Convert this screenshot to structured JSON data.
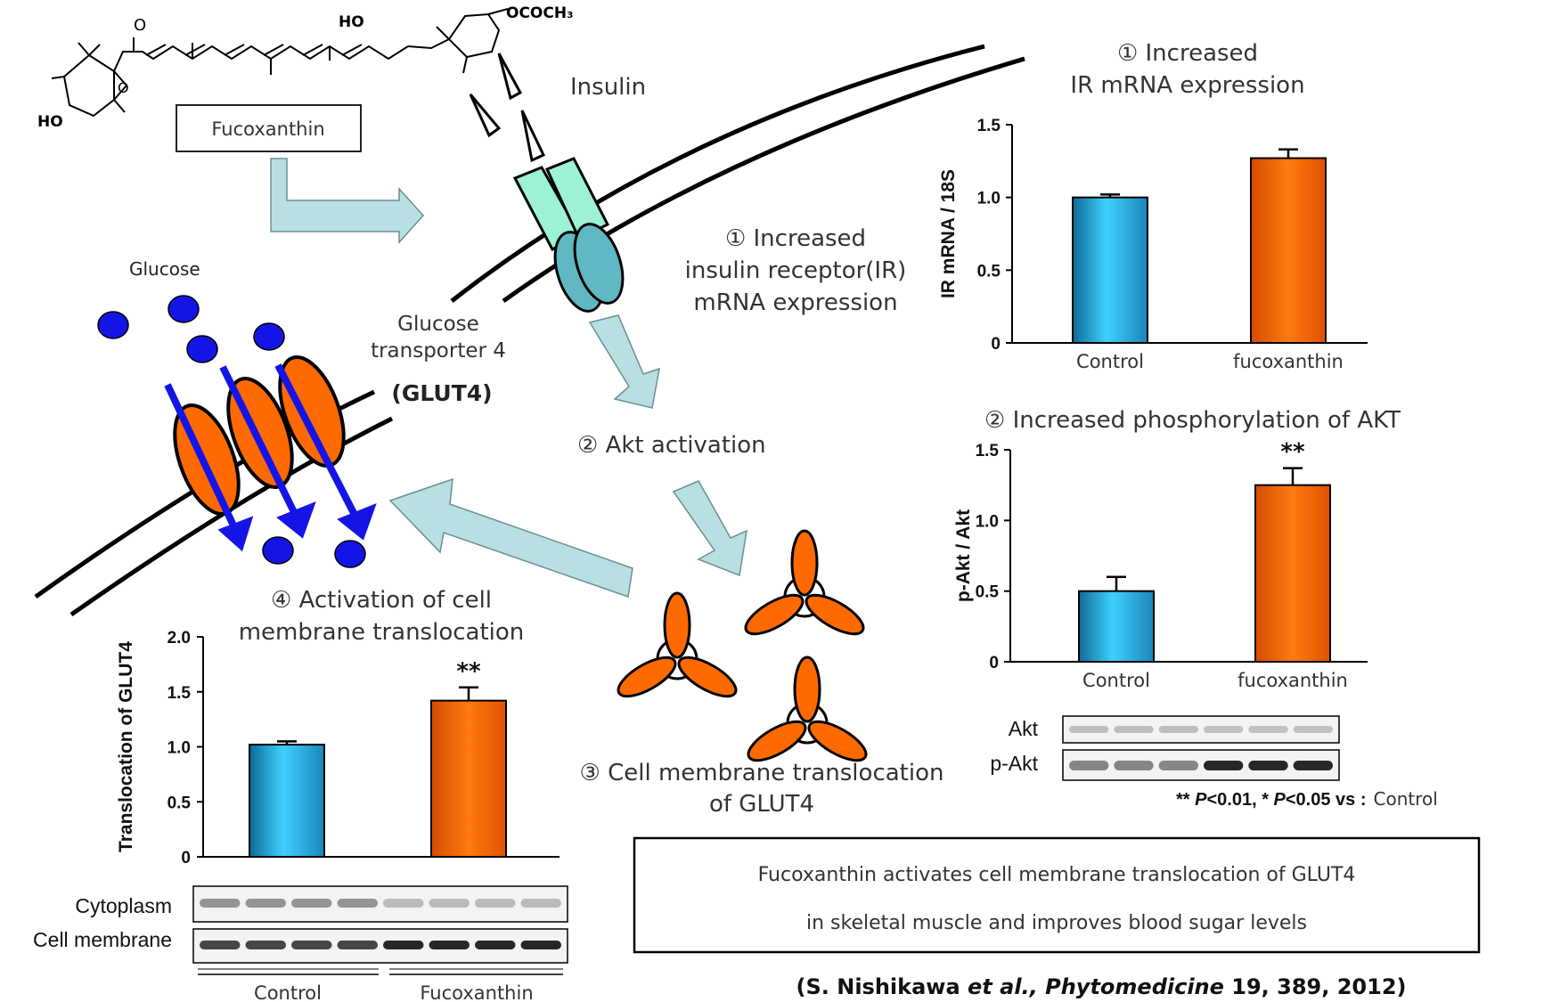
{
  "molecule": {
    "label": "Fucoxanthin",
    "group_top": "OCOCH₃",
    "oh_top": "HO",
    "oh_bottom": "HO",
    "ketone": "O"
  },
  "diagram": {
    "insulin": "Insulin",
    "step1": [
      "① Increased",
      "insulin receptor(IR)",
      "mRNA expression"
    ],
    "step2": "② Akt activation",
    "step3": [
      "③ Cell membrane translocation",
      "of GLUT4"
    ],
    "step4": [
      "④ Activation of cell",
      "membrane translocation"
    ],
    "glucose": "Glucose",
    "glut4": [
      "Glucose",
      "transporter 4",
      "(GLUT4)"
    ]
  },
  "chart_data": [
    {
      "type": "bar",
      "title": "① Increased\nIR mRNA expression",
      "title_lines": [
        "① Increased",
        "IR mRNA expression"
      ],
      "categories": [
        "Control",
        "fucoxanthin"
      ],
      "values": [
        1.0,
        1.27
      ],
      "errors": [
        0.02,
        0.06
      ],
      "ylabel": "IR mRNA / 18S",
      "ylim": [
        0,
        1.5
      ],
      "yticks": [
        "0",
        "0.5",
        "1.0",
        "1.5"
      ],
      "significance": [
        "",
        ""
      ],
      "colors": [
        "#29c4f2",
        "#ff6a00"
      ]
    },
    {
      "type": "bar",
      "title": "② Increased phosphorylation of AKT",
      "categories": [
        "Control",
        "fucoxanthin"
      ],
      "values": [
        0.5,
        1.25
      ],
      "errors": [
        0.1,
        0.12
      ],
      "ylabel": "p-Akt / Akt",
      "ylim": [
        0,
        1.5
      ],
      "yticks": [
        "0",
        "0.5",
        "1.0",
        "1.5"
      ],
      "significance": [
        "",
        "**"
      ],
      "colors": [
        "#29c4f2",
        "#ff6a00"
      ]
    },
    {
      "type": "bar",
      "title": "④ Activation of cell\nmembrane translocation",
      "categories": [
        "Control",
        "Fucoxanthin"
      ],
      "values": [
        1.02,
        1.42
      ],
      "errors": [
        0.03,
        0.12
      ],
      "ylabel": "Translocation of GLUT4",
      "ylim": [
        0,
        2.0
      ],
      "yticks": [
        "0",
        "0.5",
        "1.0",
        "1.5",
        "2.0"
      ],
      "significance": [
        "",
        "**"
      ],
      "colors": [
        "#29c4f2",
        "#ff6a00"
      ]
    }
  ],
  "blots": {
    "akt": {
      "rows": [
        "Akt",
        "p-Akt"
      ]
    },
    "glut": {
      "rows": [
        "Cytoplasm",
        "Cell membrane"
      ],
      "groups": [
        "Control",
        "Fucoxanthin"
      ]
    }
  },
  "stats": {
    "prefix": "** ",
    "p1": "P",
    "mid1": "<0.01, * ",
    "p2": "P",
    "mid2": "<0.05 vs :",
    "ctrl": "Control"
  },
  "conclusion": [
    "Fucoxanthin activates cell membrane translocation of GLUT4",
    "in skeletal muscle and improves blood sugar levels"
  ],
  "citation": {
    "open": "(S. Nishikawa ",
    "etal": "et al., Phytomedicine",
    "rest": " 19, 389, 2012)"
  },
  "colors": {
    "arrow": "#b8e0e2",
    "orange": "#ff6a00",
    "blue": "#29c4f2",
    "glucose": "#1414e6",
    "receptor_light": "#9cf2d2",
    "receptor_dark": "#5fb8c4"
  }
}
